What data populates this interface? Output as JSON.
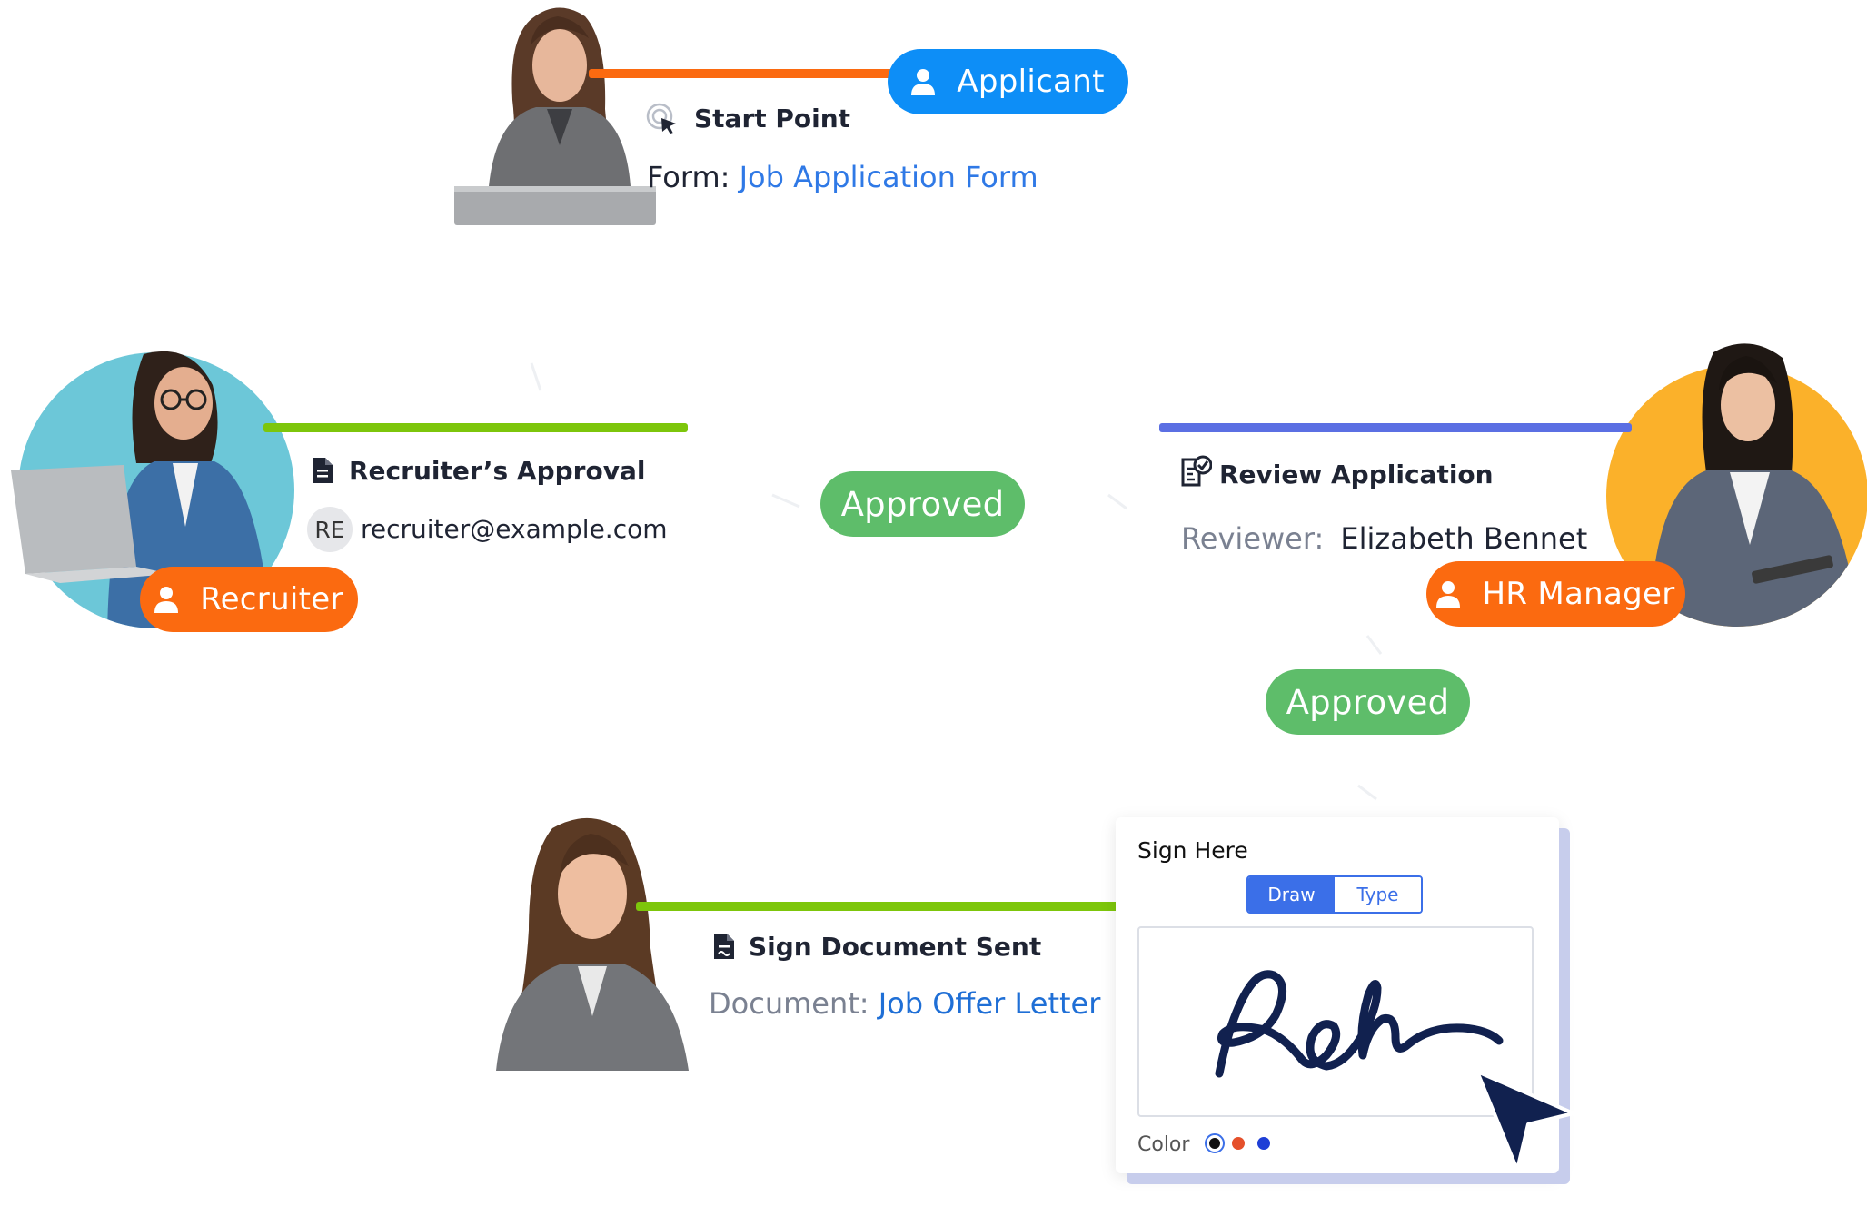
{
  "applicant": {
    "role_label": "Applicant",
    "step_title": "Start Point",
    "form_prefix": "Form:",
    "form_name": "Job Application Form"
  },
  "recruiter": {
    "role_label": "Recruiter",
    "step_title": "Recruiter’s Approval",
    "avatar_initials": "RE",
    "email": "recruiter@example.com"
  },
  "approved_1": "Approved",
  "hr": {
    "role_label": "HR Manager",
    "step_title": "Review Application",
    "reviewer_prefix": "Reviewer:",
    "reviewer_name": "Elizabeth Bennet"
  },
  "approved_2": "Approved",
  "sign_doc": {
    "step_title": "Sign Document Sent",
    "document_prefix": "Document:",
    "document_name": "Job Offer Letter"
  },
  "signature_card": {
    "title": "Sign Here",
    "tab_draw": "Draw",
    "tab_type": "Type",
    "color_label": "Color",
    "colors": [
      "#111111",
      "#e5502b",
      "#1f3fd6"
    ]
  },
  "colors": {
    "applicant_bar": "#fb6a10",
    "recruiter_bar": "#7dc60b",
    "hr_bar": "#5b6fe3",
    "sign_bar": "#7dc60b",
    "pill_blue": "#0d8ef7",
    "pill_orange": "#fb6a10",
    "pill_green": "#5ebd6a",
    "link": "#2f79e6"
  }
}
